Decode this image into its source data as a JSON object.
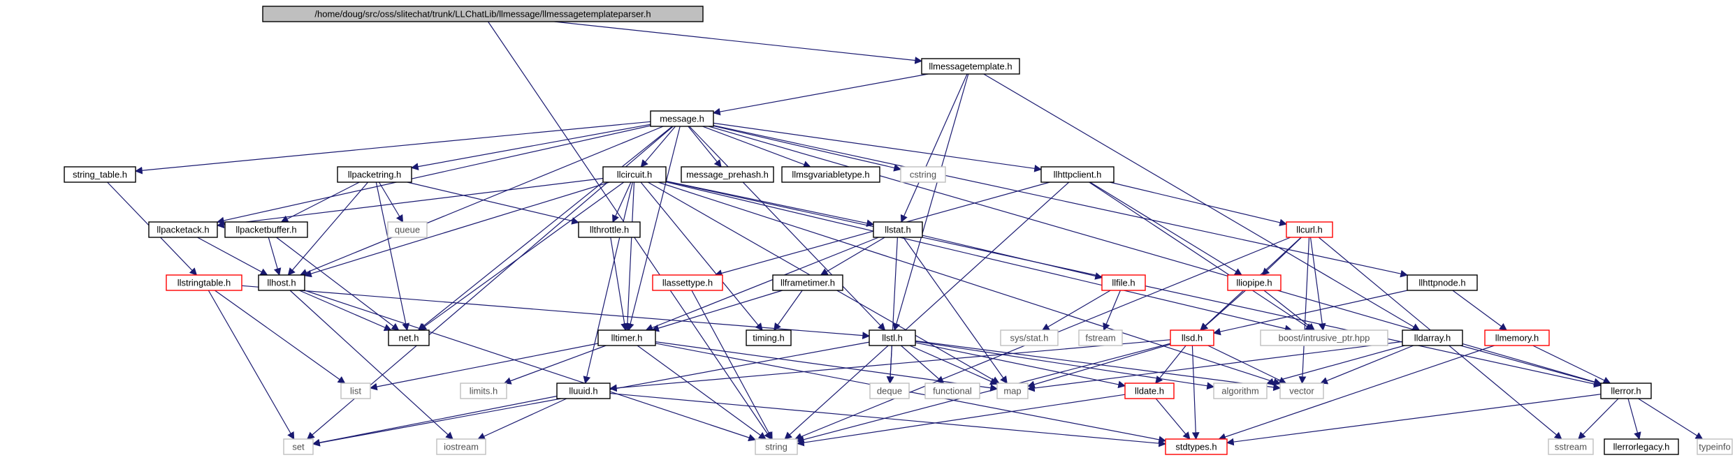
{
  "colors": {
    "edge": "#191970",
    "border_black": "#000000",
    "border_red": "#ff0000",
    "border_grey": "#bfbfbf",
    "root_fill": "#bfbfbf"
  },
  "nodes": {
    "root": "/home/doug/src/oss/slitechat/trunk/LLChatLib/llmessage/llmessagetemplateparser.h",
    "llmessagetemplate": "llmessagetemplate.h",
    "message": "message.h",
    "string_table": "string_table.h",
    "llpacketring": "llpacketring.h",
    "llcircuit": "llcircuit.h",
    "message_prehash": "message_prehash.h",
    "llmsgvariabletype": "llmsgvariabletype.h",
    "cstring": "cstring",
    "llhttpclient": "llhttpclient.h",
    "queue": "queue",
    "llpacketack": "llpacketack.h",
    "llpacketbuffer": "llpacketbuffer.h",
    "llthrottle": "llthrottle.h",
    "llstat": "llstat.h",
    "llcurl": "llcurl.h",
    "llhttpnode": "llhttpnode.h",
    "llstringtable": "llstringtable.h",
    "llhost": "llhost.h",
    "llassettype": "llassettype.h",
    "llframetimer": "llframetimer.h",
    "llfile": "llfile.h",
    "lliopipe": "lliopipe.h",
    "netfile": "net.h",
    "timing": "timing.h",
    "sysstat": "sys/stat.h",
    "fstream": "fstream",
    "boost": "boost/intrusive_ptr.hpp",
    "llerrorsys": "lltimer.h",
    "llstl": "llstl.h",
    "llsd": "llsd.h",
    "lldarray": "lldarray.h",
    "llmemory": "llmemory.h",
    "list": "list",
    "limits": "limits.h",
    "lluuid": "lluuid.h",
    "deque": "deque",
    "functional": "functional",
    "map": "map",
    "lldate": "lldate.h",
    "algorithm": "algorithm",
    "vector": "vector",
    "llerror": "llerror.h",
    "set": "set",
    "iostream": "iostream",
    "string": "string",
    "stdtypes": "stdtypes.h",
    "sstream": "sstream",
    "llerrorlegacy": "llerrorlegacy.h",
    "typeinfo": "typeinfo"
  }
}
